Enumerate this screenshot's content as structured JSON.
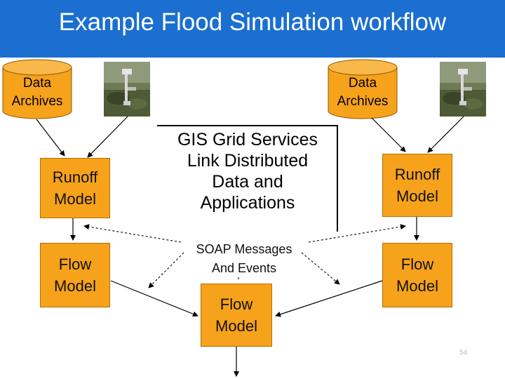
{
  "title": "Example Flood Simulation workflow",
  "archives": {
    "left": {
      "line1": "Data",
      "line2": "Archives"
    },
    "right": {
      "line1": "Data",
      "line2": "Archives"
    }
  },
  "boxes": {
    "runoff_left": {
      "line1": "Runoff",
      "line2": "Model"
    },
    "runoff_right": {
      "line1": "Runoff",
      "line2": "Model"
    },
    "flow_left": {
      "line1": "Flow",
      "line2": "Model"
    },
    "flow_right": {
      "line1": "Flow",
      "line2": "Model"
    },
    "flow_center": {
      "line1": "Flow",
      "line2": "Model"
    }
  },
  "gis": {
    "line1": "GIS Grid Services",
    "line2": "Link Distributed",
    "line3": "Data and",
    "line4": "Applications"
  },
  "soap": {
    "line1": "SOAP Messages",
    "line2": "And Events"
  },
  "page_number": "54",
  "colors": {
    "title_bar": "#1a6fd0",
    "box_fill": "#f7a21b",
    "cylinder_fill": "#f7a21b"
  }
}
